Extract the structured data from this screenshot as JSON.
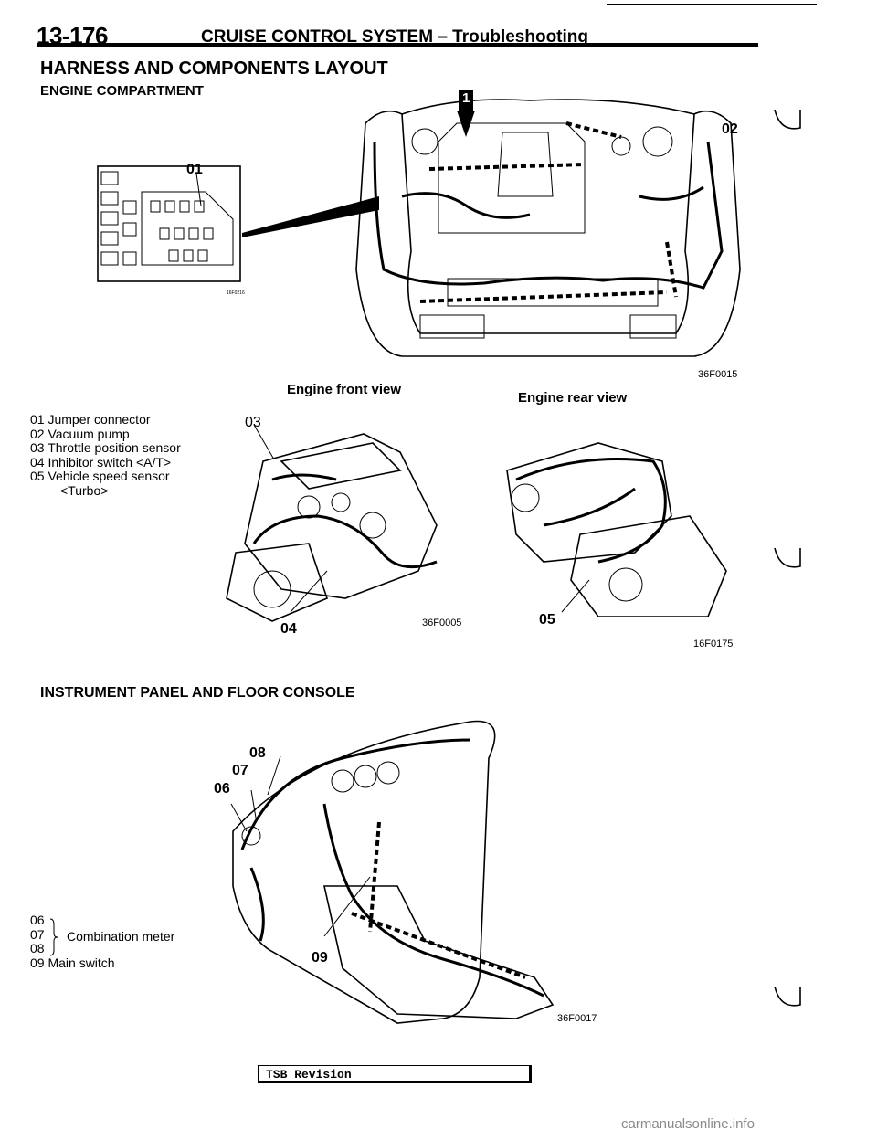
{
  "header": {
    "page_number": "13-176",
    "title": "CRUISE CONTROL SYSTEM – Troubleshooting"
  },
  "section": {
    "heading": "HARNESS AND COMPONENTS LAYOUT",
    "subheading_engine": "ENGINE COMPARTMENT",
    "subheading_instrument": "INSTRUMENT PANEL AND FLOOR CONSOLE"
  },
  "figures": {
    "engine_compartment": {
      "marker": "1",
      "callouts": [
        "01",
        "02"
      ],
      "small_code": "16F0216",
      "code": "36F0015"
    },
    "engine_views": {
      "front_caption": "Engine front view",
      "rear_caption": "Engine rear view",
      "callouts": [
        "03",
        "04",
        "05"
      ],
      "front_code": "36F0005",
      "rear_code": "16F0175"
    },
    "instrument_panel": {
      "callouts": [
        "06",
        "07",
        "08",
        "09"
      ],
      "code": "36F0017"
    }
  },
  "legend_engine": [
    "01 Jumper connector",
    "02 Vacuum pump",
    "03 Throttle position sensor",
    "04 Inhibitor switch <A/T>",
    "05 Vehicle speed sensor",
    "<Turbo>"
  ],
  "legend_instrument": {
    "codes": [
      "06",
      "07",
      "08"
    ],
    "group_label": "Combination meter",
    "main_switch": "09  Main switch"
  },
  "footer": {
    "tsb_label": "TSB Revision",
    "watermark": "carmanualsonline.info"
  }
}
